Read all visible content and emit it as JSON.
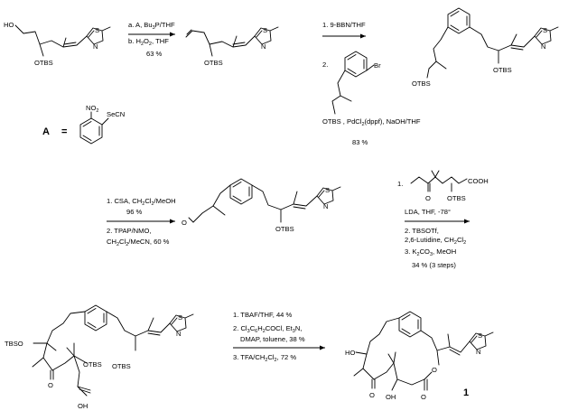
{
  "atoms": {
    "ho": "HO",
    "otbs": "OTBS",
    "tbso": "TBSO",
    "s": "S",
    "n": "N",
    "br": "Br",
    "o": "O",
    "oh": "OH",
    "ho_left": "HO",
    "no2": "NO",
    "no2_sub": "2",
    "secn": "SeCN",
    "cooh": "COOH",
    "a_label": "A",
    "eq": "="
  },
  "step1": {
    "line_a": "a. A, Bu",
    "line_a_sub": "3",
    "line_a_end": "P/THF",
    "line_b": "b. H",
    "line_b_sub1": "2",
    "line_b_mid": "O",
    "line_b_sub2": "2",
    "line_b_end": ", THF",
    "yield": "63 %"
  },
  "step2": {
    "line1": "1. 9-BBN/THF",
    "line2_num": "2.",
    "line3a": "OTBS , PdCl",
    "line3_sub": "2",
    "line3b": "(dppf), NaOH/THF",
    "yield": "83 %"
  },
  "step3": {
    "line1a": "1. CSA, CH",
    "line1_sub1": "2",
    "line1b": "Cl",
    "line1_sub2": "2",
    "line1c": "/MeOH",
    "yield1": "96 %",
    "line2": "2. TPAP/NMO,",
    "line3a": "CH",
    "line3_sub1": "2",
    "line3b": "Cl",
    "line3_sub2": "2",
    "line3c": "/MeCN, 60 %"
  },
  "step4": {
    "line0": "1.",
    "line1": "LDA, THF, -78°",
    "line2": "2. TBSOTf,",
    "line3": "2,6-Lutidine, CH",
    "line3_sub1": "2",
    "line3b": "Cl",
    "line3_sub2": "2",
    "line4a": "3. K",
    "line4_sub1": "2",
    "line4b": "CO",
    "line4_sub2": "3",
    "line4c": ", MeOH",
    "yield": "34 % (3 steps)"
  },
  "step5": {
    "line1": "1. TBAF/THF, 44 %",
    "line2a": "2. Cl",
    "line2_sub1": "3",
    "line2b": "C",
    "line2_sub2": "6",
    "line2c": "H",
    "line2_sub3": "2",
    "line2d": "COCl, Et",
    "line2_sub4": "3",
    "line2e": "N,",
    "line3": "DMAP, toluene, 38 %",
    "line4a": "3. TFA/CH",
    "line4_sub1": "2",
    "line4b": "Cl",
    "line4_sub2": "2",
    "line4c": ", 72 %"
  },
  "compound_number": "1"
}
